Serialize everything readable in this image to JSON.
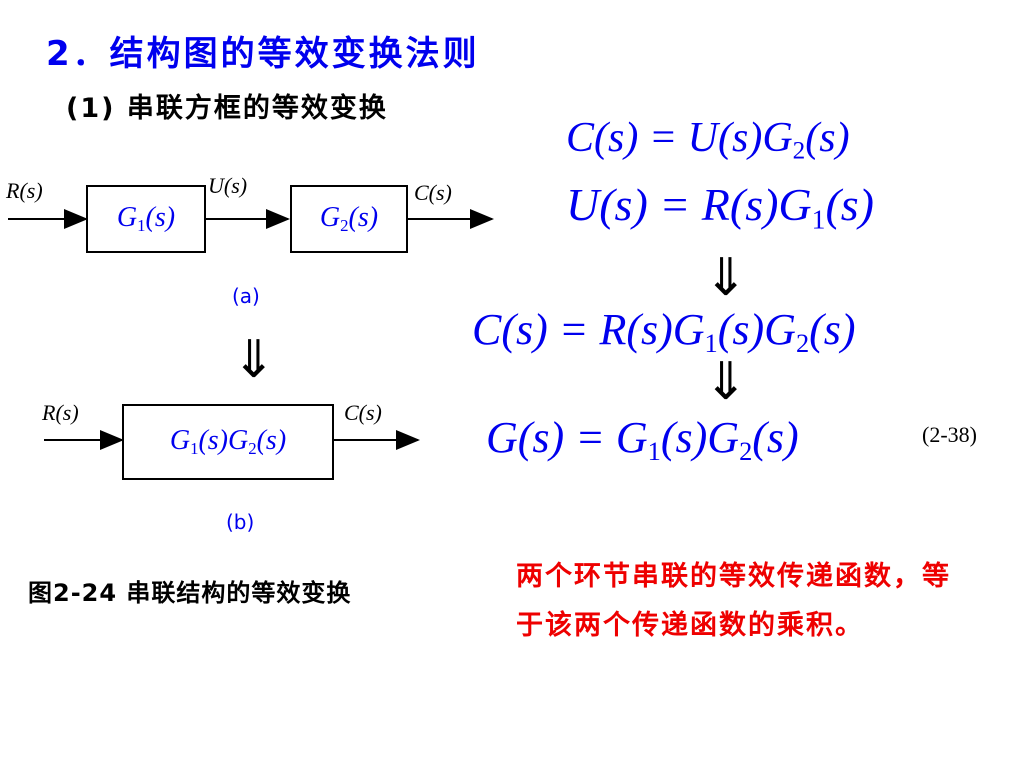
{
  "title": "2．结构图的等效变换法则",
  "subtitle": "(1) 串联方框的等效变换",
  "diagram_a": {
    "input_signal": "R(s)",
    "block1": {
      "base": "G",
      "sub": "1",
      "arg": "(s)"
    },
    "mid_signal": "U(s)",
    "block2": {
      "base": "G",
      "sub": "2",
      "arg": "(s)"
    },
    "output_signal": "C(s)",
    "label": "(a)"
  },
  "diagram_b": {
    "input_signal": "R(s)",
    "block": {
      "base1": "G",
      "sub1": "1",
      "mid": "(s)G",
      "sub2": "2",
      "arg": "(s)"
    },
    "output_signal": "C(s)",
    "label": "(b)"
  },
  "equations": {
    "eq1": "C(s) = U(s)G2(s)",
    "eq2": "U(s) = R(s)G1(s)",
    "eq3": "C(s) = R(s)G1(s)G2(s)",
    "eq4": "G(s) = G1(s)G2(s)",
    "eq_number": "(2-38)"
  },
  "caption": "图2-24   串联结构的等效变换",
  "conclusion": "两个环节串联的等效传递函数，等于该两个传递函数的乘积。",
  "colors": {
    "title": "#0000ee",
    "math": "#0000ee",
    "conclusion": "#ee0000",
    "text": "#000000"
  },
  "icons": {
    "down_arrow": "double-down-arrow-icon"
  }
}
